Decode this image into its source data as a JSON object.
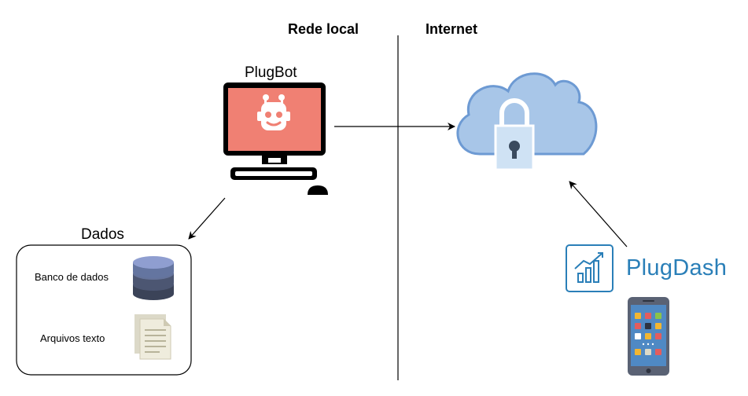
{
  "headers": {
    "local_network": "Rede local",
    "internet": "Internet"
  },
  "plugbot": {
    "label": "PlugBot",
    "icon": "robot-computer-icon",
    "screen_color": "#f08073"
  },
  "data_group": {
    "label": "Dados",
    "items": [
      {
        "label": "Banco de dados",
        "icon": "database-icon"
      },
      {
        "label": "Arquivos texto",
        "icon": "text-file-icon"
      }
    ]
  },
  "cloud": {
    "icon": "secure-cloud-icon",
    "fill": "#a8c6e8",
    "stroke": "#6d9ad3"
  },
  "plugdash": {
    "label": "PlugDash",
    "logo_icon": "chart-logo-icon",
    "device_icon": "smartphone-icon",
    "brand_color": "#2a7fb8"
  }
}
